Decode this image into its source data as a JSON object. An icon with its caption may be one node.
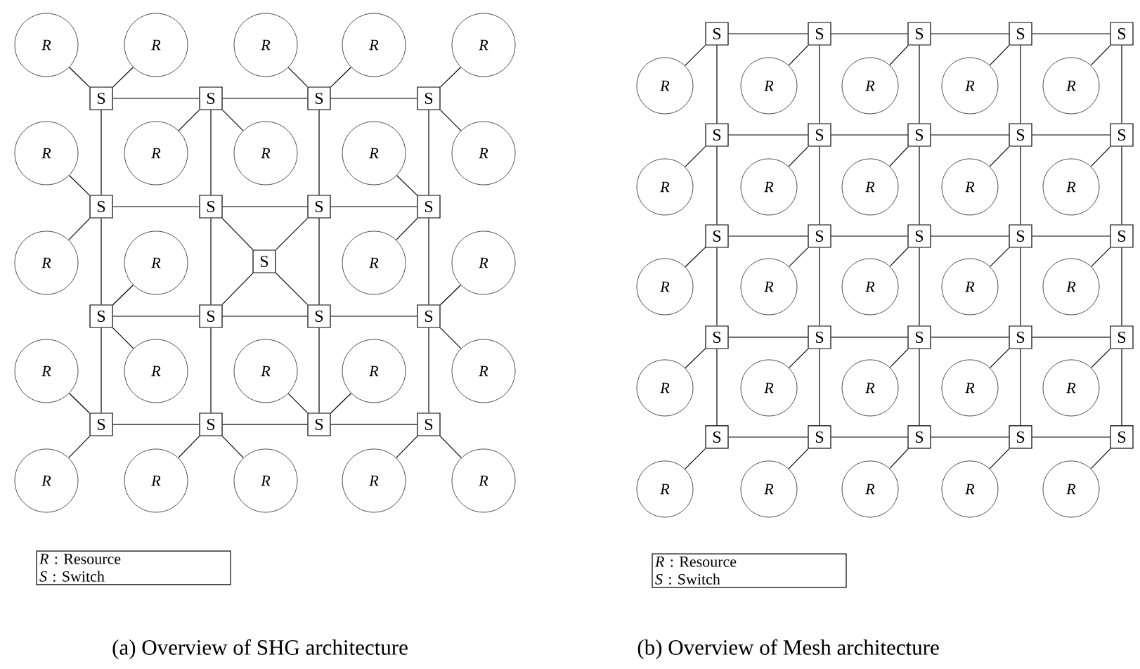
{
  "diagram": {
    "nodes": [
      {
        "text": [
          "R"
        ]
      },
      {
        "text": [
          "R"
        ]
      },
      {
        "text": [
          "R"
        ]
      },
      {
        "text": [
          "R"
        ]
      },
      {
        "text": [
          "R"
        ]
      },
      {
        "text": [
          "R"
        ]
      },
      {
        "text": [
          "R"
        ]
      },
      {
        "text": [
          "R"
        ]
      },
      {
        "text": [
          "R"
        ]
      },
      {
        "text": [
          "R"
        ]
      },
      {
        "text": [
          "R"
        ]
      },
      {
        "text": [
          "R"
        ]
      },
      {
        "text": [
          "R"
        ]
      },
      {
        "text": [
          "R"
        ]
      },
      {
        "text": [
          "R"
        ]
      },
      {
        "text": [
          "R"
        ]
      },
      {
        "text": [
          "R"
        ]
      },
      {
        "text": [
          "R"
        ]
      },
      {
        "text": [
          "R"
        ]
      },
      {
        "text": [
          "R"
        ]
      },
      {
        "text": [
          "R"
        ]
      },
      {
        "text": [
          "R"
        ]
      },
      {
        "text": [
          "R"
        ]
      },
      {
        "text": [
          "R"
        ]
      },
      {
        "text": [
          "S"
        ]
      },
      {
        "text": [
          "S"
        ]
      },
      {
        "text": [
          "S"
        ]
      },
      {
        "text": [
          "S"
        ]
      },
      {
        "text": [
          "S"
        ]
      },
      {
        "text": [
          "S"
        ]
      },
      {
        "text": [
          "S"
        ]
      },
      {
        "text": [
          "S"
        ]
      },
      {
        "text": [
          "S"
        ]
      },
      {
        "text": [
          "S"
        ]
      },
      {
        "text": [
          "S"
        ]
      },
      {
        "text": [
          "S"
        ]
      },
      {
        "text": [
          "S"
        ]
      },
      {
        "text": [
          "S"
        ]
      },
      {
        "text": [
          "S"
        ]
      },
      {
        "text": [
          "S"
        ]
      },
      {
        "text": [
          "S"
        ]
      },
      {
        "text": [
          "*R* : Resource",
          "*S* : Switch"
        ]
      },
      {
        "text": [
          "S"
        ]
      },
      {
        "text": [
          "S"
        ]
      },
      {
        "text": [
          "S"
        ]
      },
      {
        "text": [
          "S"
        ]
      },
      {
        "text": [
          "S"
        ]
      },
      {
        "text": [
          "S"
        ]
      },
      {
        "text": [
          "S"
        ]
      },
      {
        "text": [
          "S"
        ]
      },
      {
        "text": [
          "S"
        ]
      },
      {
        "text": [
          "S"
        ]
      },
      {
        "text": [
          "S"
        ]
      },
      {
        "text": [
          "S"
        ]
      },
      {
        "text": [
          "S"
        ]
      },
      {
        "text": [
          "S"
        ]
      },
      {
        "text": [
          "S"
        ]
      },
      {
        "text": [
          "S"
        ]
      },
      {
        "text": [
          "S"
        ]
      },
      {
        "text": [
          "S"
        ]
      },
      {
        "text": [
          "S"
        ]
      },
      {
        "text": [
          "S"
        ]
      },
      {
        "text": [
          "S"
        ]
      },
      {
        "text": [
          "S"
        ]
      },
      {
        "text": [
          "S"
        ]
      },
      {
        "text": [
          "S"
        ]
      },
      {
        "text": [
          "S"
        ]
      },
      {
        "text": [
          "R"
        ]
      },
      {
        "text": [
          "R"
        ]
      },
      {
        "text": [
          "R"
        ]
      },
      {
        "text": [
          "R"
        ]
      },
      {
        "text": [
          "R"
        ]
      },
      {
        "text": [
          "R"
        ]
      },
      {
        "text": [
          "R"
        ]
      },
      {
        "text": [
          "R"
        ]
      },
      {
        "text": [
          "R"
        ]
      },
      {
        "text": [
          "R"
        ]
      },
      {
        "text": [
          "R"
        ]
      },
      {
        "text": [
          "R"
        ]
      },
      {
        "text": [
          "R"
        ]
      },
      {
        "text": [
          "R"
        ]
      },
      {
        "text": [
          "R"
        ]
      },
      {
        "text": [
          "R"
        ]
      },
      {
        "text": [
          "R"
        ]
      },
      {
        "text": [
          "R"
        ]
      },
      {
        "text": [
          "R"
        ]
      },
      {
        "text": [
          "R"
        ]
      },
      {
        "text": [
          "R"
        ]
      },
      {
        "text": [
          "R"
        ]
      },
      {
        "text": [
          "R"
        ]
      },
      {
        "text": [
          "R"
        ]
      },
      {
        "text": [
          "R"
        ]
      },
      {
        "text": [
          "*R* : Resource",
          "*S* : Switch"
        ]
      }
    ],
    "edges": [
      {
        "from": 0,
        "to": 24,
        "arrow": "none"
      },
      {
        "from": 1,
        "to": 24,
        "arrow": "none"
      },
      {
        "from": 2,
        "to": 26,
        "arrow": "none"
      },
      {
        "from": 3,
        "to": 26,
        "arrow": "none"
      },
      {
        "from": 4,
        "to": 27,
        "arrow": "none"
      },
      {
        "from": 5,
        "to": 28,
        "arrow": "none"
      },
      {
        "from": 6,
        "to": 25,
        "arrow": "none"
      },
      {
        "from": 7,
        "to": 25,
        "arrow": "none"
      },
      {
        "from": 8,
        "to": 31,
        "arrow": "none"
      },
      {
        "from": 9,
        "to": 27,
        "arrow": "none"
      },
      {
        "from": 10,
        "to": 28,
        "arrow": "none"
      },
      {
        "from": 11,
        "to": 32,
        "arrow": "none"
      },
      {
        "from": 12,
        "to": 31,
        "arrow": "none"
      },
      {
        "from": 13,
        "to": 35,
        "arrow": "none"
      },
      {
        "from": 14,
        "to": 36,
        "arrow": "none"
      },
      {
        "from": 15,
        "to": 32,
        "arrow": "none"
      },
      {
        "from": 16,
        "to": 38,
        "arrow": "none"
      },
      {
        "from": 17,
        "to": 38,
        "arrow": "none"
      },
      {
        "from": 18,
        "to": 35,
        "arrow": "none"
      },
      {
        "from": 19,
        "to": 36,
        "arrow": "none"
      },
      {
        "from": 20,
        "to": 37,
        "arrow": "none"
      },
      {
        "from": 21,
        "to": 37,
        "arrow": "none"
      },
      {
        "from": 22,
        "to": 39,
        "arrow": "none"
      },
      {
        "from": 23,
        "to": 39,
        "arrow": "none"
      },
      {
        "from": 24,
        "to": 25,
        "arrow": "none"
      },
      {
        "from": 25,
        "to": 26,
        "arrow": "none"
      },
      {
        "from": 26,
        "to": 27,
        "arrow": "none"
      },
      {
        "from": 28,
        "to": 29,
        "arrow": "none"
      },
      {
        "from": 29,
        "to": 30,
        "arrow": "none"
      },
      {
        "from": 30,
        "to": 31,
        "arrow": "none"
      },
      {
        "from": 32,
        "to": 33,
        "arrow": "none"
      },
      {
        "from": 33,
        "to": 34,
        "arrow": "none"
      },
      {
        "from": 34,
        "to": 35,
        "arrow": "none"
      },
      {
        "from": 36,
        "to": 37,
        "arrow": "none"
      },
      {
        "from": 37,
        "to": 38,
        "arrow": "none"
      },
      {
        "from": 38,
        "to": 39,
        "arrow": "none"
      },
      {
        "from": 24,
        "to": 28,
        "arrow": "none"
      },
      {
        "from": 25,
        "to": 29,
        "arrow": "none"
      },
      {
        "from": 26,
        "to": 30,
        "arrow": "none"
      },
      {
        "from": 27,
        "to": 31,
        "arrow": "none"
      },
      {
        "from": 28,
        "to": 32,
        "arrow": "none"
      },
      {
        "from": 29,
        "to": 33,
        "arrow": "none"
      },
      {
        "from": 30,
        "to": 34,
        "arrow": "none"
      },
      {
        "from": 31,
        "to": 35,
        "arrow": "none"
      },
      {
        "from": 32,
        "to": 36,
        "arrow": "none"
      },
      {
        "from": 33,
        "to": 37,
        "arrow": "none"
      },
      {
        "from": 34,
        "to": 38,
        "arrow": "none"
      },
      {
        "from": 35,
        "to": 39,
        "arrow": "none"
      },
      {
        "from": 40,
        "to": 29,
        "arrow": "none"
      },
      {
        "from": 40,
        "to": 30,
        "arrow": "none"
      },
      {
        "from": 40,
        "to": 33,
        "arrow": "none"
      },
      {
        "from": 40,
        "to": 34,
        "arrow": "none"
      },
      {
        "from": 42,
        "to": 43,
        "arrow": "none"
      },
      {
        "from": 43,
        "to": 44,
        "arrow": "none"
      },
      {
        "from": 44,
        "to": 45,
        "arrow": "none"
      },
      {
        "from": 45,
        "to": 46,
        "arrow": "none"
      },
      {
        "from": 47,
        "to": 48,
        "arrow": "none"
      },
      {
        "from": 48,
        "to": 49,
        "arrow": "none"
      },
      {
        "from": 49,
        "to": 50,
        "arrow": "none"
      },
      {
        "from": 50,
        "to": 51,
        "arrow": "none"
      },
      {
        "from": 52,
        "to": 53,
        "arrow": "none"
      },
      {
        "from": 53,
        "to": 54,
        "arrow": "none"
      },
      {
        "from": 54,
        "to": 55,
        "arrow": "none"
      },
      {
        "from": 55,
        "to": 56,
        "arrow": "none"
      },
      {
        "from": 57,
        "to": 58,
        "arrow": "none"
      },
      {
        "from": 58,
        "to": 59,
        "arrow": "none"
      },
      {
        "from": 59,
        "to": 60,
        "arrow": "none"
      },
      {
        "from": 60,
        "to": 61,
        "arrow": "none"
      },
      {
        "from": 62,
        "to": 63,
        "arrow": "none"
      },
      {
        "from": 63,
        "to": 64,
        "arrow": "none"
      },
      {
        "from": 64,
        "to": 65,
        "arrow": "none"
      },
      {
        "from": 65,
        "to": 66,
        "arrow": "none"
      },
      {
        "from": 42,
        "to": 47,
        "arrow": "none"
      },
      {
        "from": 43,
        "to": 48,
        "arrow": "none"
      },
      {
        "from": 44,
        "to": 49,
        "arrow": "none"
      },
      {
        "from": 45,
        "to": 50,
        "arrow": "none"
      },
      {
        "from": 46,
        "to": 51,
        "arrow": "none"
      },
      {
        "from": 47,
        "to": 52,
        "arrow": "none"
      },
      {
        "from": 48,
        "to": 53,
        "arrow": "none"
      },
      {
        "from": 49,
        "to": 54,
        "arrow": "none"
      },
      {
        "from": 50,
        "to": 55,
        "arrow": "none"
      },
      {
        "from": 51,
        "to": 56,
        "arrow": "none"
      },
      {
        "from": 52,
        "to": 57,
        "arrow": "none"
      },
      {
        "from": 53,
        "to": 58,
        "arrow": "none"
      },
      {
        "from": 54,
        "to": 59,
        "arrow": "none"
      },
      {
        "from": 55,
        "to": 60,
        "arrow": "none"
      },
      {
        "from": 56,
        "to": 61,
        "arrow": "none"
      },
      {
        "from": 57,
        "to": 62,
        "arrow": "none"
      },
      {
        "from": 58,
        "to": 63,
        "arrow": "none"
      },
      {
        "from": 59,
        "to": 64,
        "arrow": "none"
      },
      {
        "from": 60,
        "to": 65,
        "arrow": "none"
      },
      {
        "from": 61,
        "to": 66,
        "arrow": "none"
      },
      {
        "from": 67,
        "to": 42,
        "arrow": "none"
      },
      {
        "from": 68,
        "to": 43,
        "arrow": "none"
      },
      {
        "from": 69,
        "to": 44,
        "arrow": "none"
      },
      {
        "from": 70,
        "to": 45,
        "arrow": "none"
      },
      {
        "from": 71,
        "to": 46,
        "arrow": "none"
      },
      {
        "from": 72,
        "to": 47,
        "arrow": "none"
      },
      {
        "from": 73,
        "to": 48,
        "arrow": "none"
      },
      {
        "from": 74,
        "to": 49,
        "arrow": "none"
      },
      {
        "from": 75,
        "to": 50,
        "arrow": "none"
      },
      {
        "from": 76,
        "to": 51,
        "arrow": "none"
      },
      {
        "from": 77,
        "to": 52,
        "arrow": "none"
      },
      {
        "from": 78,
        "to": 53,
        "arrow": "none"
      },
      {
        "from": 79,
        "to": 54,
        "arrow": "none"
      },
      {
        "from": 80,
        "to": 55,
        "arrow": "none"
      },
      {
        "from": 81,
        "to": 56,
        "arrow": "none"
      },
      {
        "from": 82,
        "to": 57,
        "arrow": "none"
      },
      {
        "from": 83,
        "to": 58,
        "arrow": "none"
      },
      {
        "from": 84,
        "to": 59,
        "arrow": "none"
      },
      {
        "from": 85,
        "to": 60,
        "arrow": "none"
      },
      {
        "from": 86,
        "to": 61,
        "arrow": "none"
      },
      {
        "from": 87,
        "to": 62,
        "arrow": "none"
      },
      {
        "from": 88,
        "to": 63,
        "arrow": "none"
      },
      {
        "from": 89,
        "to": 64,
        "arrow": "none"
      },
      {
        "from": 90,
        "to": 65,
        "arrow": "none"
      },
      {
        "from": 91,
        "to": 66,
        "arrow": "none"
      }
    ],
    "labels": [
      "(a) Overview of SHG architecture",
      "(b) Overview of Mesh architecture"
    ]
  }
}
